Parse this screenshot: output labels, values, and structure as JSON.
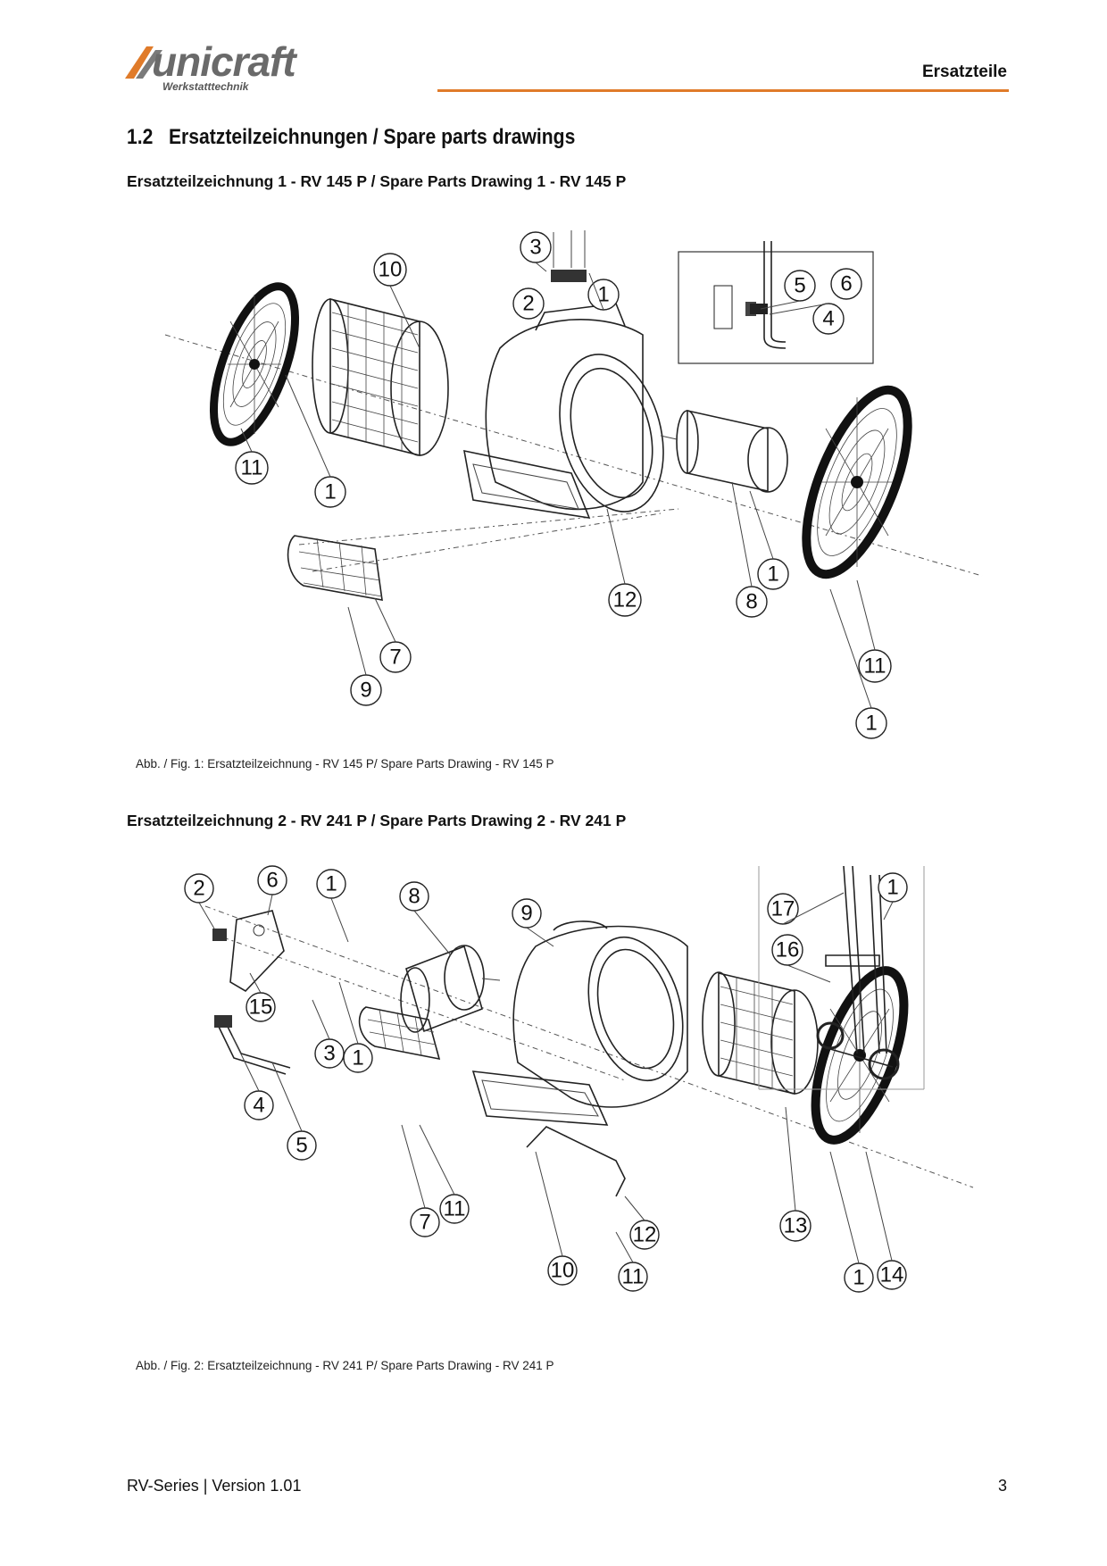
{
  "header": {
    "logo_word": "unicraft",
    "logo_tagline": "Werkstatttechnik",
    "section_label": "Ersatzteile"
  },
  "section": {
    "number_title": "1.2   Ersatzteilzeichnungen / Spare parts drawings"
  },
  "drawing1": {
    "heading": "Ersatzteilzeichnung 1 - RV 145 P / Spare Parts Drawing 1 - RV 145 P",
    "caption": "Abb. / Fig. 1: Ersatzteilzeichnung - RV 145 P/ Spare Parts Drawing - RV 145 P",
    "callouts": [
      "3",
      "2",
      "1",
      "10",
      "5",
      "6",
      "4",
      "11",
      "1",
      "12",
      "1",
      "8",
      "7",
      "9",
      "11",
      "1"
    ]
  },
  "drawing2": {
    "heading": "Ersatzteilzeichnung 2 - RV 241 P / Spare Parts Drawing 2 - RV 241 P",
    "caption": "Abb. / Fig. 2: Ersatzteilzeichnung - RV 241 P/ Spare Parts Drawing - RV 241 P",
    "callouts": [
      "2",
      "6",
      "1",
      "8",
      "9",
      "17",
      "1",
      "16",
      "15",
      "3",
      "1",
      "4",
      "5",
      "7",
      "11",
      "12",
      "13",
      "10",
      "11",
      "1",
      "14"
    ]
  },
  "footer": {
    "doc": "RV-Series | Version 1.01",
    "page": "3"
  },
  "colors": {
    "accent_rule": "#e07b2a",
    "logo_grey": "#6a6a6a"
  }
}
